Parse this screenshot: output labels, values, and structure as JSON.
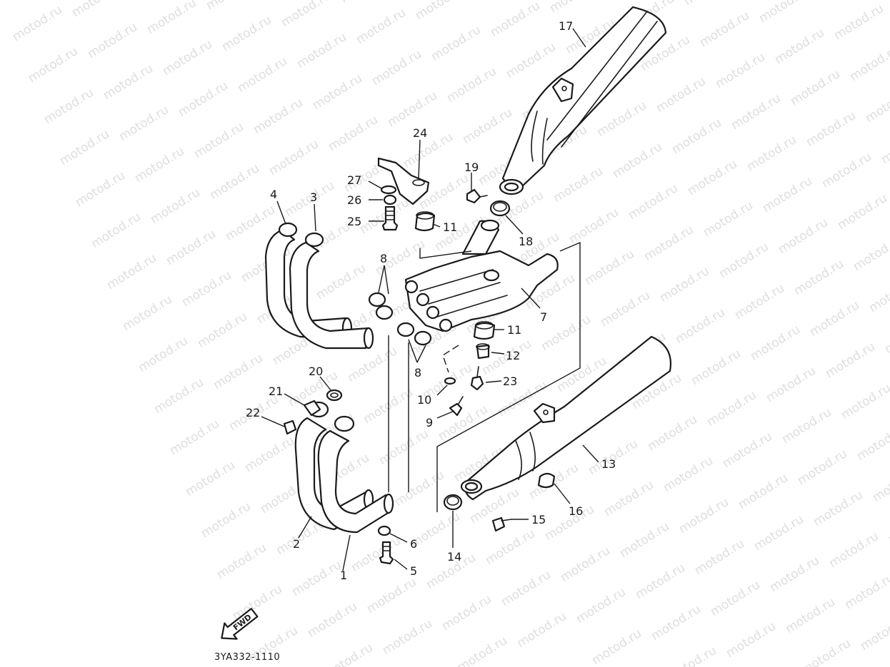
{
  "watermark": "motod.ru",
  "diagram_code": "3YA332-1110",
  "fwd_label": "FWD",
  "callouts": [
    {
      "id": "c1",
      "label": "1"
    },
    {
      "id": "c2",
      "label": "2"
    },
    {
      "id": "c3",
      "label": "3"
    },
    {
      "id": "c4",
      "label": "4"
    },
    {
      "id": "c5",
      "label": "5"
    },
    {
      "id": "c6",
      "label": "6"
    },
    {
      "id": "c7",
      "label": "7"
    },
    {
      "id": "c8a",
      "label": "8"
    },
    {
      "id": "c8b",
      "label": "8"
    },
    {
      "id": "c9",
      "label": "9"
    },
    {
      "id": "c10",
      "label": "10"
    },
    {
      "id": "c11a",
      "label": "11"
    },
    {
      "id": "c11b",
      "label": "11"
    },
    {
      "id": "c12",
      "label": "12"
    },
    {
      "id": "c13",
      "label": "13"
    },
    {
      "id": "c14",
      "label": "14"
    },
    {
      "id": "c15",
      "label": "15"
    },
    {
      "id": "c16",
      "label": "16"
    },
    {
      "id": "c17",
      "label": "17"
    },
    {
      "id": "c18",
      "label": "18"
    },
    {
      "id": "c19",
      "label": "19"
    },
    {
      "id": "c20",
      "label": "20"
    },
    {
      "id": "c21",
      "label": "21"
    },
    {
      "id": "c22",
      "label": "22"
    },
    {
      "id": "c23",
      "label": "23"
    },
    {
      "id": "c24",
      "label": "24"
    },
    {
      "id": "c25",
      "label": "25"
    },
    {
      "id": "c26",
      "label": "26"
    },
    {
      "id": "c27",
      "label": "27"
    }
  ]
}
